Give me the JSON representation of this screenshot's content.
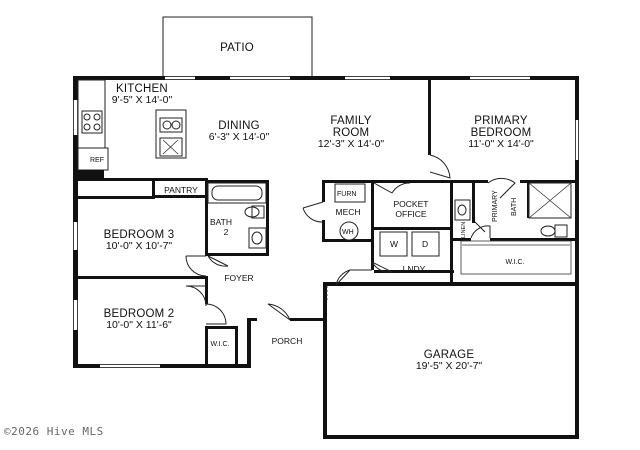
{
  "rooms": {
    "patio": {
      "name": "PATIO"
    },
    "kitchen": {
      "name": "KITCHEN",
      "dims": "9'-5\" X 14'-0\""
    },
    "dining": {
      "name": "DINING",
      "dims": "6'-3\" X 14'-0\""
    },
    "family": {
      "name": "FAMILY",
      "name2": "ROOM",
      "dims": "12'-3\" X 14'-0\""
    },
    "primary_bedroom": {
      "name": "PRIMARY",
      "name2": "BEDROOM",
      "dims": "11'-0\" X 14'-0\""
    },
    "pantry": {
      "name": "PANTRY"
    },
    "bedroom3": {
      "name": "BEDROOM 3",
      "dims": "10'-0\" X 10'-7\""
    },
    "bath2": {
      "name": "BATH",
      "name2": "2"
    },
    "mech": {
      "name": "MECH"
    },
    "pocket_office": {
      "name": "POCKET",
      "name2": "OFFICE"
    },
    "primary_bath": {
      "name": "PRIMARY",
      "name2": "BATH"
    },
    "linen": {
      "name": "LINEN"
    },
    "foyer": {
      "name": "FOYER"
    },
    "lndy": {
      "name": "LNDY"
    },
    "wic_primary": {
      "name": "W.I.C."
    },
    "bedroom2": {
      "name": "BEDROOM 2",
      "dims": "10'-0\" X 11'-6\""
    },
    "wic_bed2": {
      "name": "W.I.C."
    },
    "porch": {
      "name": "PORCH"
    },
    "garage": {
      "name": "GARAGE",
      "dims": "19'-5\" X 20'-7\""
    }
  },
  "fixtures": {
    "ref": "REF",
    "furn": "FURN",
    "wh": "WH",
    "washer": "W",
    "dryer": "D"
  },
  "copyright": "©2026 Hive MLS"
}
